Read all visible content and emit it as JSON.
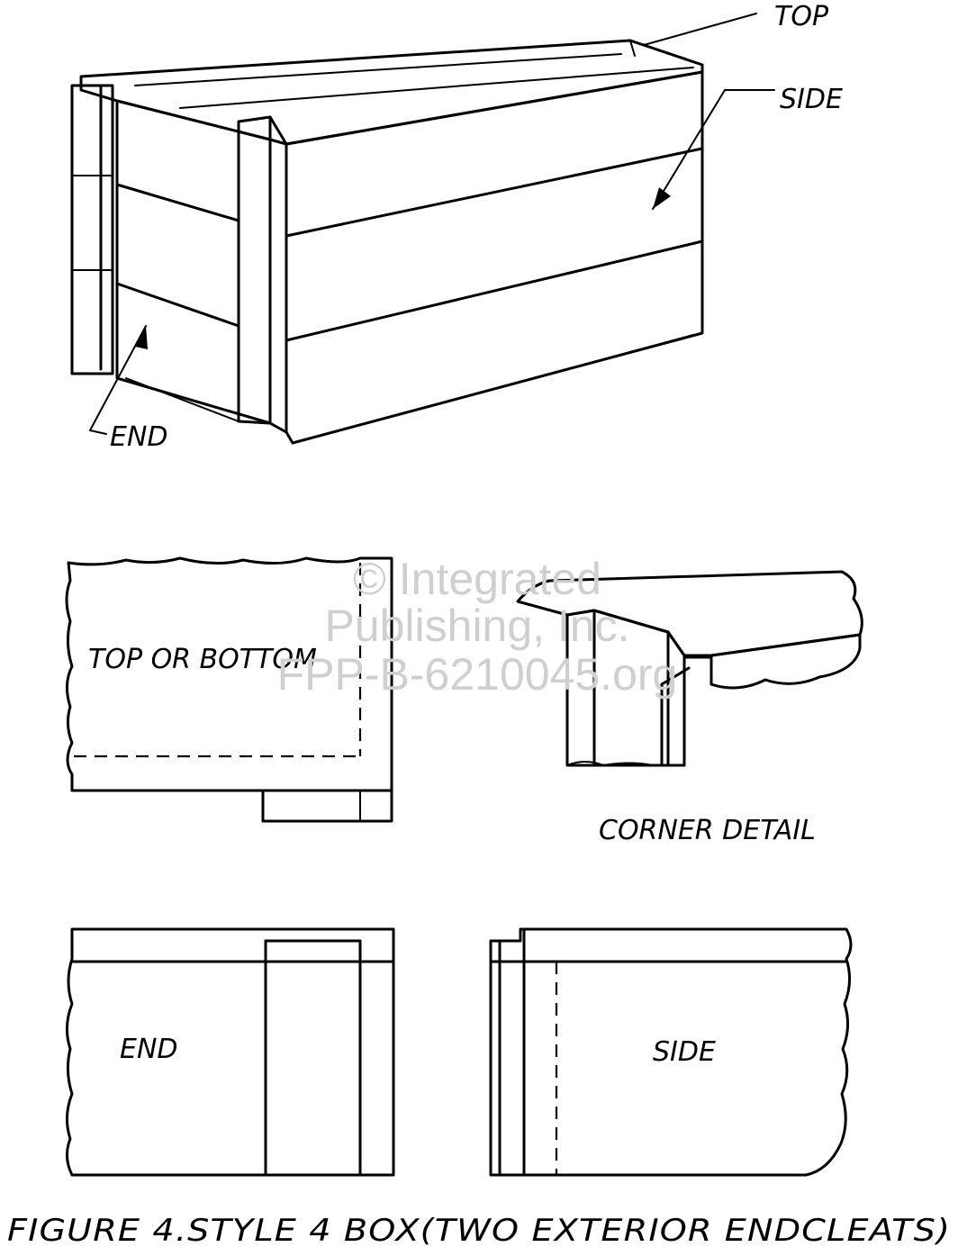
{
  "labels": {
    "top": "TOP",
    "side": "SIDE",
    "end": "END",
    "top_or_bottom": "TOP OR BOTTOM",
    "corner_detail": "CORNER DETAIL",
    "end_view": "END",
    "side_view": "SIDE"
  },
  "watermark": {
    "line1": "© Integrated",
    "line2": "Publishing, Inc.",
    "line3": "FPP-B-6210045.org"
  },
  "caption": "FIGURE 4.STYLE 4 BOX(TWO EXTERIOR ENDCLEATS)"
}
